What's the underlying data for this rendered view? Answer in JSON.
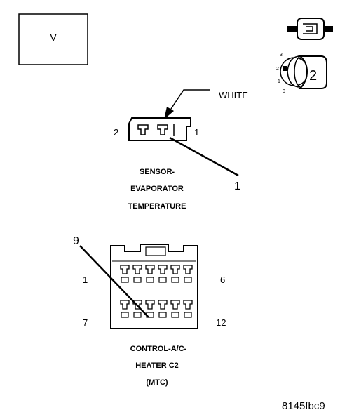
{
  "view_box": {
    "label": "V"
  },
  "key_icon": {
    "numbers": [
      "3",
      "2",
      "1",
      "0"
    ],
    "key_number": "2"
  },
  "sensor": {
    "wire_color_label": "WHITE",
    "pin_left_label": "2",
    "pin_right_label": "1",
    "callout_number": "1",
    "title_lines": [
      "SENSOR-",
      "EVAPORATOR",
      "TEMPERATURE"
    ]
  },
  "control": {
    "callout_number": "9",
    "pin_top_left": "1",
    "pin_top_right": "6",
    "pin_bottom_left": "7",
    "pin_bottom_right": "12",
    "title_lines": [
      "CONTROL-A/C-",
      "HEATER C2",
      "(MTC)"
    ]
  },
  "figure_id": "8145fbc9",
  "colors": {
    "ink": "#000000",
    "background": "#ffffff"
  }
}
